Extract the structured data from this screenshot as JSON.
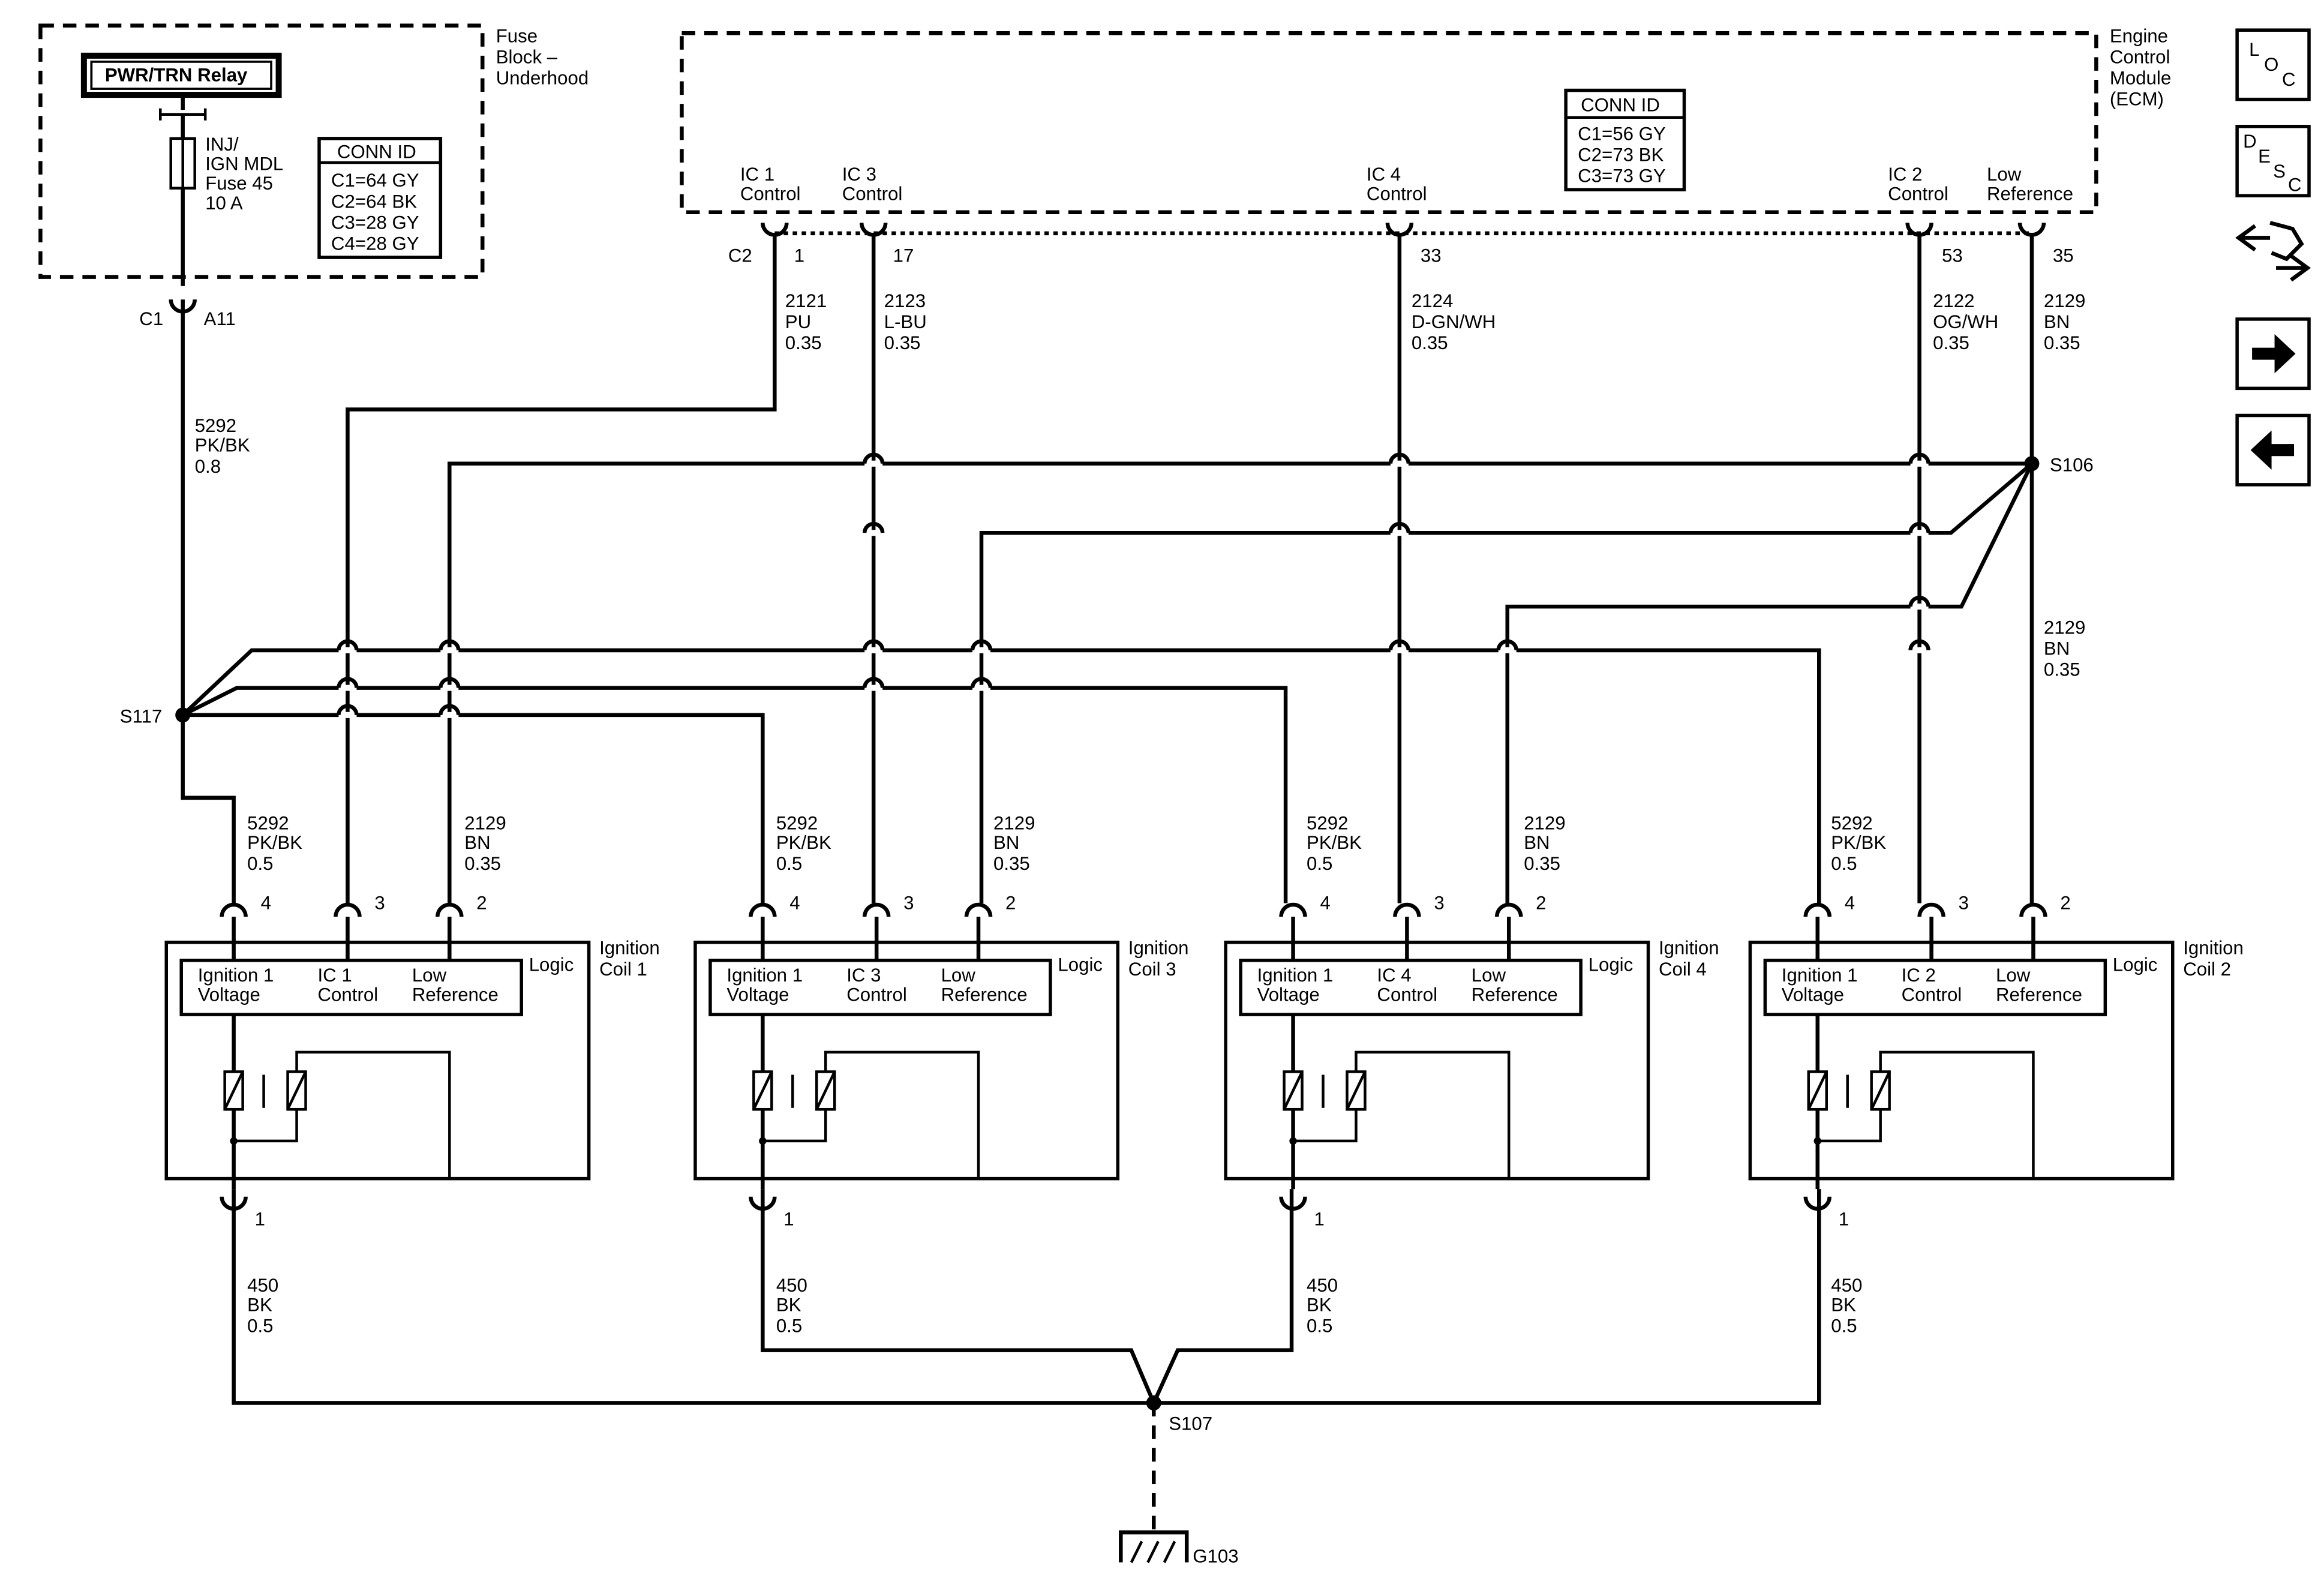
{
  "fuse_block": {
    "title_lines": [
      "Fuse",
      "Block –",
      "Underhood"
    ],
    "relay_label": "PWR/TRN Relay",
    "fuse_lines": [
      "INJ/",
      "IGN MDL",
      "Fuse 45",
      "10 A"
    ],
    "conn_id": {
      "title": "CONN ID",
      "rows": [
        "C1=64 GY",
        "C2=64 BK",
        "C3=28 GY",
        "C4=28 GY"
      ]
    },
    "connector": "C1",
    "pin": "A11"
  },
  "ecm": {
    "title_lines": [
      "Engine",
      "Control",
      "Module",
      "(ECM)"
    ],
    "conn_id": {
      "title": "CONN ID",
      "rows": [
        "C1=56 GY",
        "C2=73 BK",
        "C3=73 GY"
      ]
    },
    "connector": "C2",
    "terminals": [
      {
        "label_1": "IC 1",
        "label_2": "Control",
        "pin": "1"
      },
      {
        "label_1": "IC 3",
        "label_2": "Control",
        "pin": "17"
      },
      {
        "label_1": "IC 4",
        "label_2": "Control",
        "pin": "33"
      },
      {
        "label_1": "IC 2",
        "label_2": "Control",
        "pin": "53"
      },
      {
        "label_1": "Low",
        "label_2": "Reference",
        "pin": "35"
      }
    ]
  },
  "wires": {
    "w_2121": {
      "circuit": "2121",
      "color": "PU",
      "gauge": "0.35"
    },
    "w_2123": {
      "circuit": "2123",
      "color": "L-BU",
      "gauge": "0.35"
    },
    "w_2124": {
      "circuit": "2124",
      "color": "D-GN/WH",
      "gauge": "0.35"
    },
    "w_2122": {
      "circuit": "2122",
      "color": "OG/WH",
      "gauge": "0.35"
    },
    "w_2129_top": {
      "circuit": "2129",
      "color": "BN",
      "gauge": "0.35"
    },
    "w_2129_mid": {
      "circuit": "2129",
      "color": "BN",
      "gauge": "0.35"
    },
    "w_5292_main": {
      "circuit": "5292",
      "color": "PK/BK",
      "gauge": "0.8"
    }
  },
  "splices": {
    "s117": "S117",
    "s106": "S106",
    "s107": "S107"
  },
  "ground": "G103",
  "coils": [
    {
      "name_1": "Ignition",
      "name_2": "Coil 1",
      "logic": "Logic",
      "pins": [
        "4",
        "3",
        "2",
        "1"
      ],
      "labels": [
        [
          "Ignition 1",
          "Voltage"
        ],
        [
          "IC 1",
          "Control"
        ],
        [
          "Low",
          "Reference"
        ]
      ],
      "feed": {
        "circuit": "5292",
        "color": "PK/BK",
        "gauge": "0.5"
      },
      "ref": {
        "circuit": "2129",
        "color": "BN",
        "gauge": "0.35"
      },
      "ground": {
        "circuit": "450",
        "color": "BK",
        "gauge": "0.5"
      }
    },
    {
      "name_1": "Ignition",
      "name_2": "Coil 3",
      "logic": "Logic",
      "pins": [
        "4",
        "3",
        "2",
        "1"
      ],
      "labels": [
        [
          "Ignition 1",
          "Voltage"
        ],
        [
          "IC 3",
          "Control"
        ],
        [
          "Low",
          "Reference"
        ]
      ],
      "feed": {
        "circuit": "5292",
        "color": "PK/BK",
        "gauge": "0.5"
      },
      "ref": {
        "circuit": "2129",
        "color": "BN",
        "gauge": "0.35"
      },
      "ground": {
        "circuit": "450",
        "color": "BK",
        "gauge": "0.5"
      }
    },
    {
      "name_1": "Ignition",
      "name_2": "Coil 4",
      "logic": "Logic",
      "pins": [
        "4",
        "3",
        "2",
        "1"
      ],
      "labels": [
        [
          "Ignition 1",
          "Voltage"
        ],
        [
          "IC 4",
          "Control"
        ],
        [
          "Low",
          "Reference"
        ]
      ],
      "feed": {
        "circuit": "5292",
        "color": "PK/BK",
        "gauge": "0.5"
      },
      "ref": {
        "circuit": "2129",
        "color": "BN",
        "gauge": "0.35"
      },
      "ground": {
        "circuit": "450",
        "color": "BK",
        "gauge": "0.5"
      }
    },
    {
      "name_1": "Ignition",
      "name_2": "Coil 2",
      "logic": "Logic",
      "pins": [
        "4",
        "3",
        "2",
        "1"
      ],
      "labels": [
        [
          "Ignition 1",
          "Voltage"
        ],
        [
          "IC 2",
          "Control"
        ],
        [
          "Low",
          "Reference"
        ]
      ],
      "feed": {
        "circuit": "5292",
        "color": "PK/BK",
        "gauge": "0.5"
      },
      "ref": null,
      "ground": {
        "circuit": "450",
        "color": "BK",
        "gauge": "0.5"
      }
    }
  ],
  "nav": {
    "loc": {
      "l": "L",
      "o": "O",
      "c": "C"
    },
    "desc": {
      "d": "D",
      "e": "E",
      "s": "S",
      "c": "C"
    },
    "icons": [
      "connector-icon",
      "arrow-right-icon",
      "arrow-left-icon"
    ]
  }
}
